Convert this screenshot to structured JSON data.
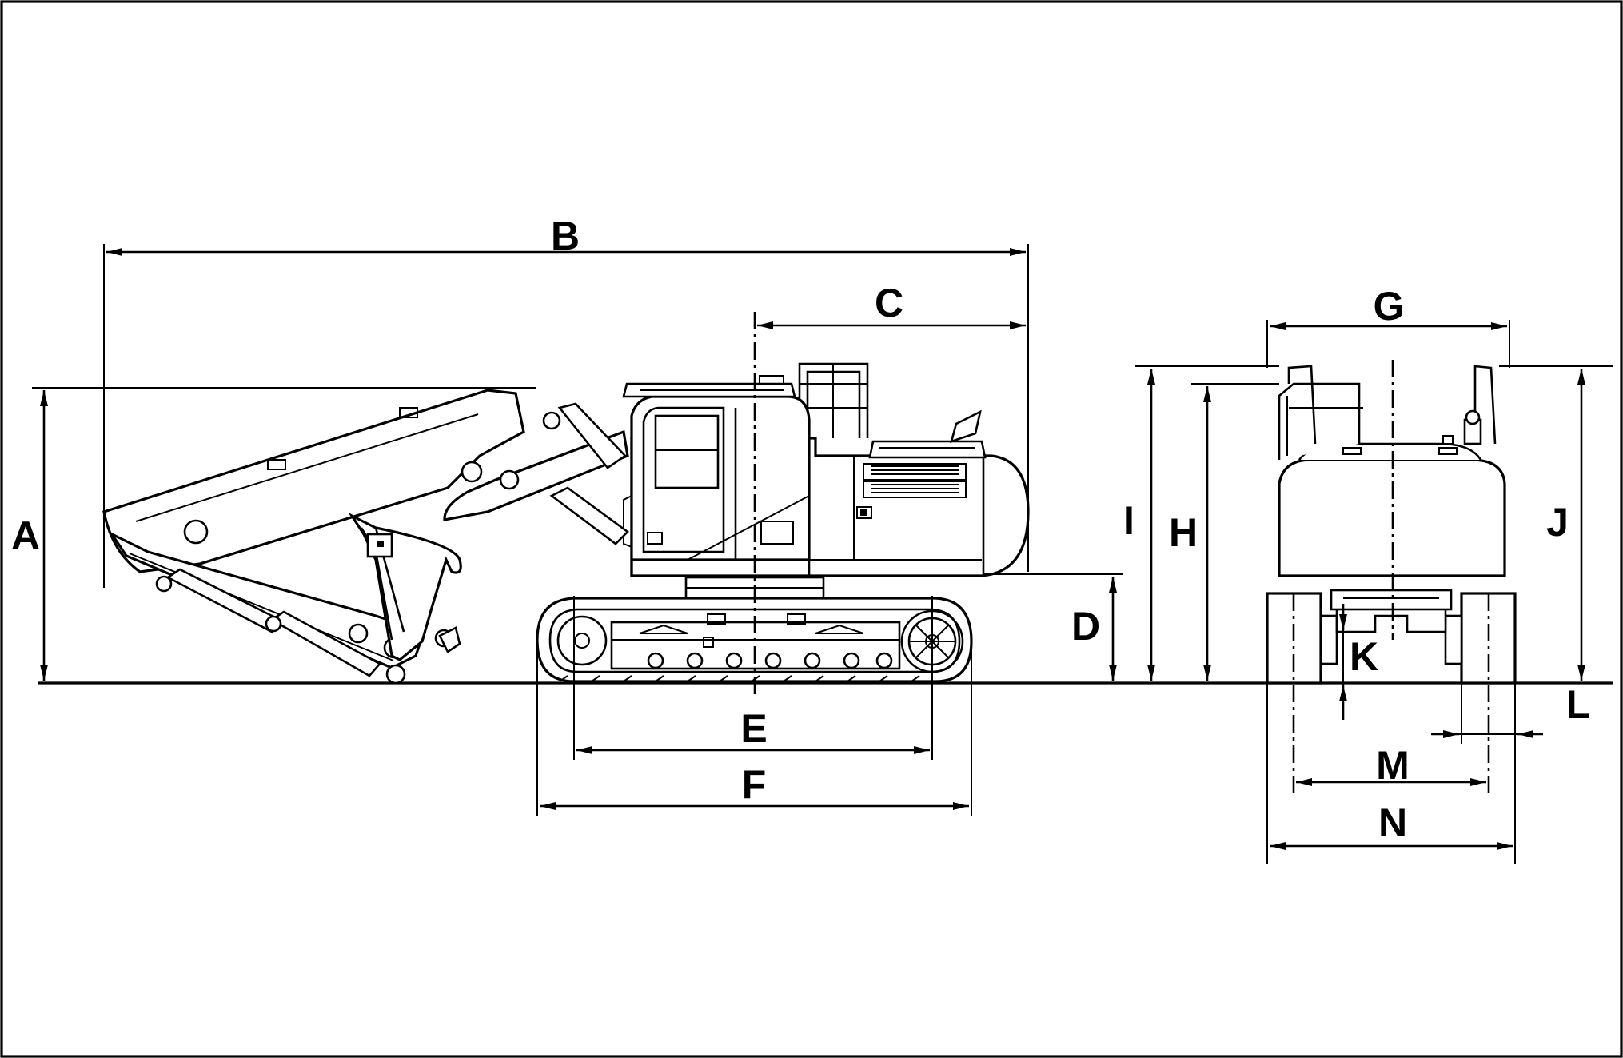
{
  "diagram": {
    "side_view_labels": {
      "A": "A",
      "B": "B",
      "C": "C",
      "D": "D",
      "E": "E",
      "F": "F"
    },
    "rear_view_labels": {
      "G": "G",
      "H": "H",
      "I": "I",
      "J": "J",
      "K": "K",
      "L": "L",
      "M": "M",
      "N": "N"
    },
    "colors": {
      "line": "#000000",
      "background": "#ffffff"
    }
  }
}
